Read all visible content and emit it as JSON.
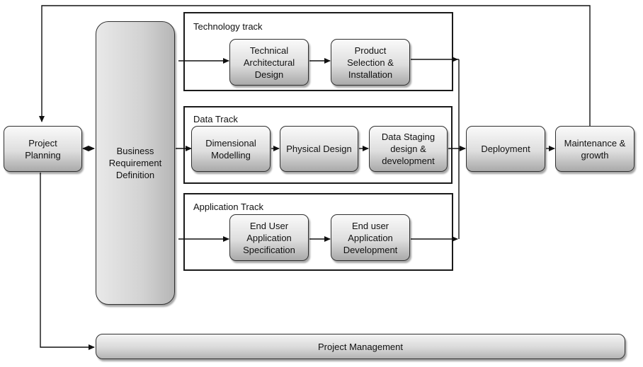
{
  "tracks": {
    "technology": {
      "label": "Technology track"
    },
    "data": {
      "label": "Data Track"
    },
    "application": {
      "label": "Application Track"
    }
  },
  "nodes": {
    "project_planning": "Project\nPlanning",
    "business_requirement": "Business\nRequirement\nDefinition",
    "technical_architectural": "Technical\nArchitectural\nDesign",
    "product_selection": "Product\nSelection &\nInstallation",
    "dimensional_modelling": "Dimensional\nModelling",
    "physical_design": "Physical Design",
    "data_staging": "Data Staging\ndesign &\ndevelopment",
    "end_user_app_spec": "End User\nApplication\nSpecification",
    "end_user_app_dev": "End user\nApplication\nDevelopment",
    "deployment": "Deployment",
    "maintenance": "Maintenance &\ngrowth",
    "project_management": "Project Management"
  }
}
